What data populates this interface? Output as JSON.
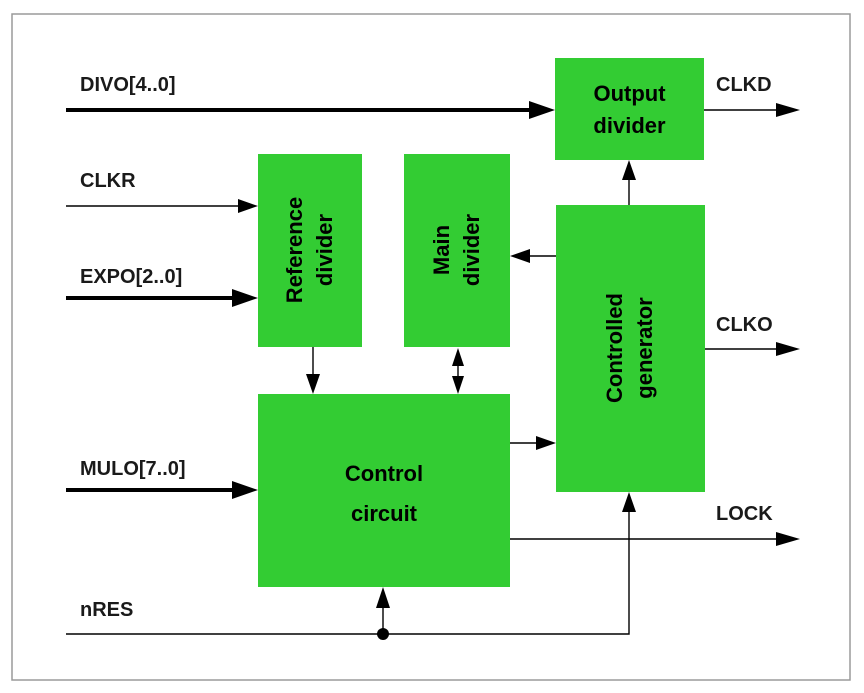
{
  "colors": {
    "block_fill": "#33cc33",
    "frame_border": "#9a9a9a",
    "frame_fill": "#ffffff",
    "line": "#000000"
  },
  "signals": {
    "divo": "DIVO[4..0]",
    "clkr": "CLKR",
    "expo": "EXPO[2..0]",
    "mulo": "MULO[7..0]",
    "nres": "nRES",
    "clkd": "CLKD",
    "clko": "CLKO",
    "lock": "LOCK"
  },
  "blocks": {
    "output_divider": {
      "line1": "Output",
      "line2": "divider"
    },
    "reference_divider": {
      "line1": "Reference",
      "line2": "divider"
    },
    "main_divider": {
      "line1": "Main",
      "line2": "divider"
    },
    "controlled_generator": {
      "line1": "Controlled",
      "line2": "generator"
    },
    "control_circuit": {
      "line1": "Control",
      "line2": "circuit"
    }
  }
}
